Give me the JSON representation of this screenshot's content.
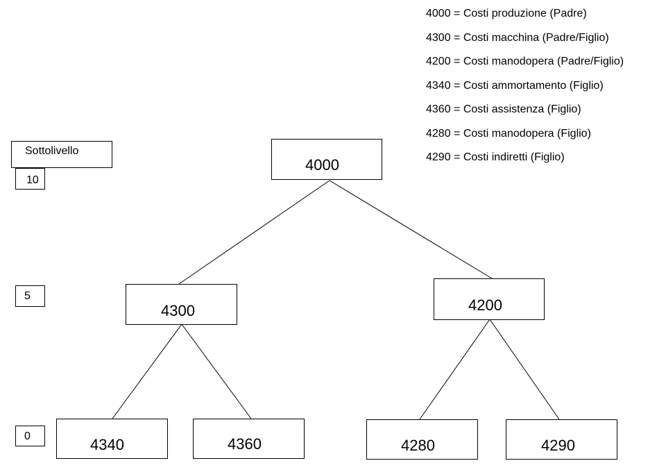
{
  "legend": [
    "4000 = Costi produzione (Padre)",
    "4300 = Costi macchina (Padre/Figlio)",
    "4200 = Costi manodopera (Padre/Figlio)",
    "4340 = Costi ammortamento (Figlio)",
    "4360 = Costi assistenza (Figlio)",
    "4280 = Costi manodopera (Figlio)",
    "4290 = Costi indiretti (Figlio)"
  ],
  "sublevel": {
    "title": "Sottolivello",
    "levels": [
      "10",
      "5",
      "0"
    ]
  },
  "nodes": {
    "root": "4000",
    "left": "4300",
    "right": "4200",
    "ll": "4340",
    "lr": "4360",
    "rl": "4280",
    "rr": "4290"
  },
  "colors": {
    "stroke": "#000000",
    "background": "#ffffff"
  }
}
